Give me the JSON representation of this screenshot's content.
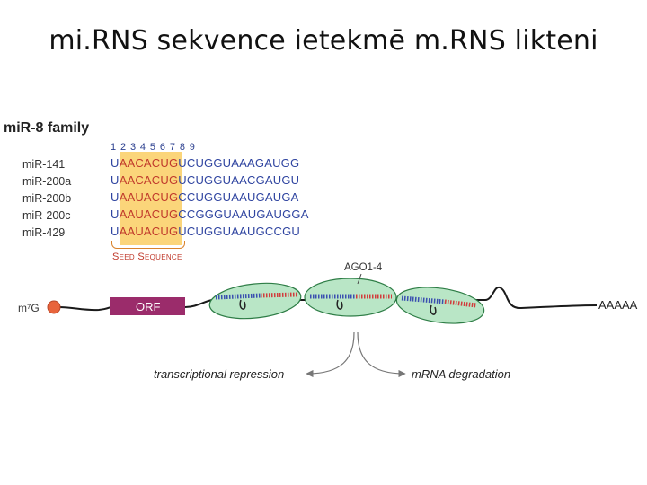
{
  "slide": {
    "title": "mi.RNS sekvence ietekmē m.RNS likteni"
  },
  "mirna_family": {
    "title": "miR-8 family",
    "positions": "1 2 3 4 5 6 7 8 9",
    "seed_label": "Seed Sequence",
    "members": [
      {
        "name": "miR-141",
        "first": "U",
        "seed": "AACACUG",
        "rest": "UCUGGUAAAGAUGG"
      },
      {
        "name": "miR-200a",
        "first": "U",
        "seed": "AACACUG",
        "rest": "UCUGGUAACGAUGU"
      },
      {
        "name": "miR-200b",
        "first": "U",
        "seed": "AAUACUG",
        "rest": "CCUGGUAAUGAUGA"
      },
      {
        "name": "miR-200c",
        "first": "U",
        "seed": "AAUACUG",
        "rest": "CCGGGUAAUGAUGGA"
      },
      {
        "name": "miR-429",
        "first": "U",
        "seed": "AAUACUG",
        "rest": "UCUGGUAAUGCCGU"
      }
    ]
  },
  "mrna": {
    "cap_label": "m⁷G",
    "orf_label": "ORF",
    "polya_label": "AAAAA",
    "ago_label": "AGO1-4"
  },
  "outcomes": {
    "left": "transcriptional repression",
    "right": "mRNA degradation"
  },
  "colors": {
    "seed_highlight": "#fbd57a",
    "sequence_text": "#2f44a0",
    "seed_text": "#c0392b",
    "orf_box": "#9b2c6b",
    "cap_circle": "#e8643c",
    "ago_fill": "#b9e6c6",
    "ago_stroke": "#2e7d46"
  }
}
